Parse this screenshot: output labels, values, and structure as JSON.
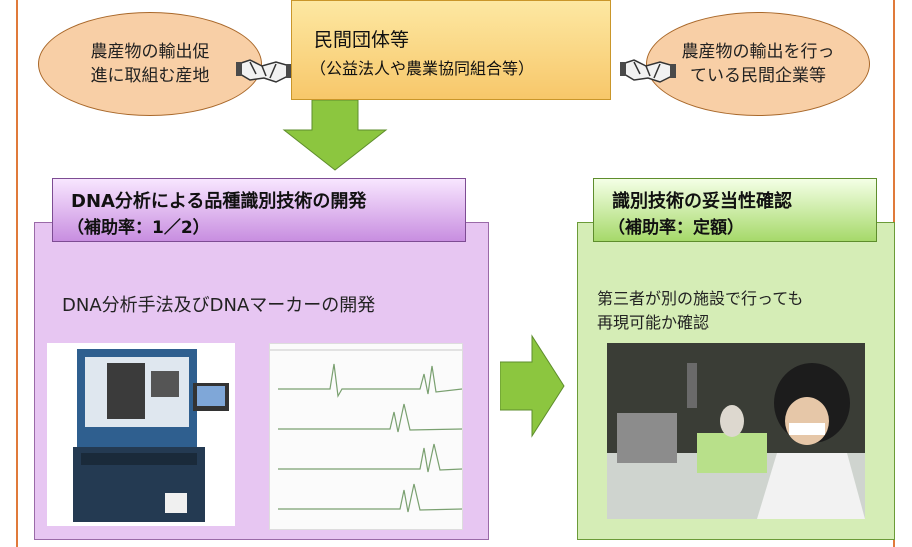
{
  "left_partner": {
    "text": "農産物の輸出促\n進に取組む産地"
  },
  "center_org": {
    "title": "民間団体等",
    "subtitle": "（公益法人や農業協同組合等）"
  },
  "right_partner": {
    "text": "農産物の輸出を行っ\nている民間企業等"
  },
  "left_section": {
    "header_line1": "DNA分析による品種識別技術の開発",
    "header_line2": "（補助率：1／2）",
    "body_text": "DNA分析手法及びDNAマーカーの開発"
  },
  "right_section": {
    "header_line1": "識別技術の妥当性確認",
    "header_line2": "（補助率：定額）",
    "body_text": "第三者が別の施設で行っても\n再現可能か確認"
  },
  "colors": {
    "orange_frame": "#e07a3a",
    "arrow_green": "#8cc63f",
    "purple_panel": "#e7c6f2",
    "green_panel": "#d5edb6"
  },
  "icons": [
    "handshake-icon",
    "down-arrow-icon",
    "right-arrow-icon"
  ]
}
